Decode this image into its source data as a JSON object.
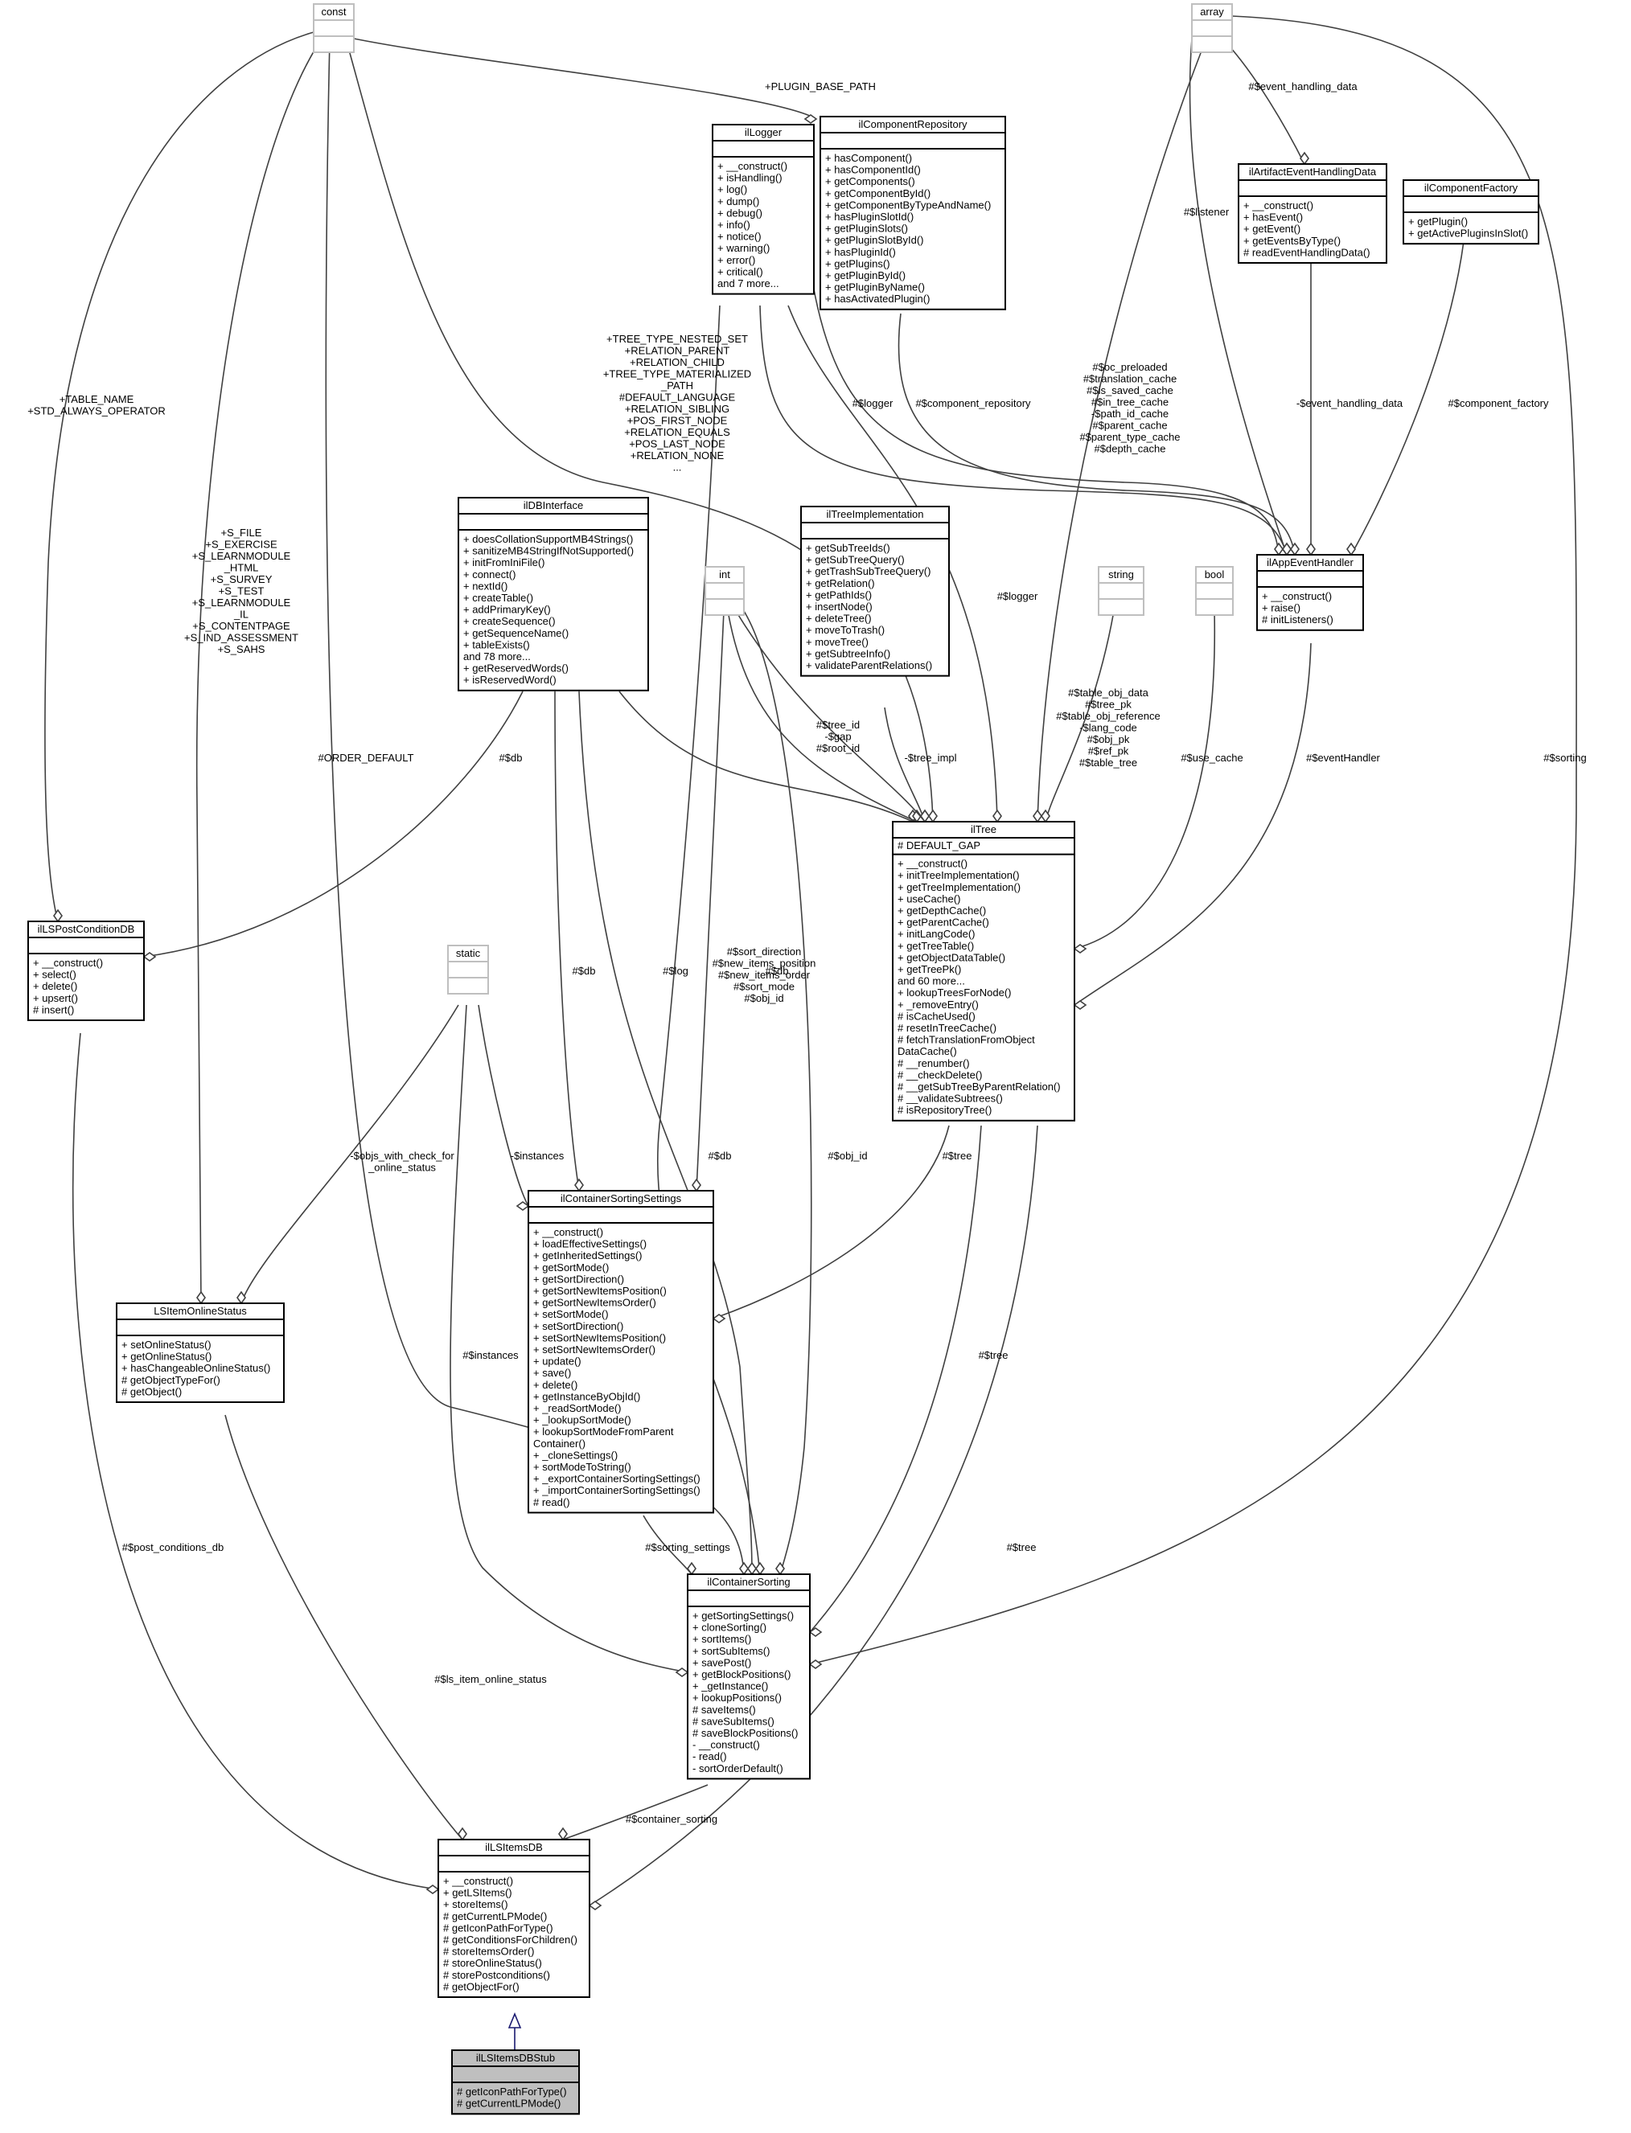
{
  "diagram": {
    "classes": {
      "const": {
        "title": "const",
        "attributes": [],
        "methods": []
      },
      "array": {
        "title": "array",
        "attributes": [],
        "methods": []
      },
      "ilLogger": {
        "title": "ilLogger",
        "attributes": [],
        "methods": [
          "+ __construct()",
          "+ isHandling()",
          "+ log()",
          "+ dump()",
          "+ debug()",
          "+ info()",
          "+ notice()",
          "+ warning()",
          "+ error()",
          "+ critical()",
          "and 7 more..."
        ]
      },
      "ilComponentRepository": {
        "title": "ilComponentRepository",
        "attributes": [],
        "methods": [
          "+ hasComponent()",
          "+ hasComponentId()",
          "+ getComponents()",
          "+ getComponentById()",
          "+ getComponentByTypeAndName()",
          "+ hasPluginSlotId()",
          "+ getPluginSlots()",
          "+ getPluginSlotById()",
          "+ hasPluginId()",
          "+ getPlugins()",
          "+ getPluginById()",
          "+ getPluginByName()",
          "+ hasActivatedPlugin()"
        ]
      },
      "ilArtifactEventHandlingData": {
        "title": "ilArtifactEventHandlingData",
        "attributes": [],
        "methods": [
          "+ __construct()",
          "+ hasEvent()",
          "+ getEvent()",
          "+ getEventsByType()",
          "# readEventHandlingData()"
        ]
      },
      "ilComponentFactory": {
        "title": "ilComponentFactory",
        "attributes": [],
        "methods": [
          "+ getPlugin()",
          "+ getActivePluginsInSlot()"
        ]
      },
      "ilDBInterface": {
        "title": "ilDBInterface",
        "attributes": [],
        "methods": [
          "+ doesCollationSupportMB4Strings()",
          "+ sanitizeMB4StringIfNotSupported()",
          "+ initFromIniFile()",
          "+ connect()",
          "+ nextId()",
          "+ createTable()",
          "+ addPrimaryKey()",
          "+ createSequence()",
          "+ getSequenceName()",
          "+ tableExists()",
          "and 78 more...",
          "+ getReservedWords()",
          "+ isReservedWord()"
        ]
      },
      "ilTreeImplementation": {
        "title": "ilTreeImplementation",
        "attributes": [],
        "methods": [
          "+ getSubTreeIds()",
          "+ getSubTreeQuery()",
          "+ getTrashSubTreeQuery()",
          "+ getRelation()",
          "+ getPathIds()",
          "+ insertNode()",
          "+ deleteTree()",
          "+ moveToTrash()",
          "+ moveTree()",
          "+ getSubtreeInfo()",
          "+ validateParentRelations()"
        ]
      },
      "int": {
        "title": "int",
        "attributes": [],
        "methods": []
      },
      "string": {
        "title": "string",
        "attributes": [],
        "methods": []
      },
      "bool": {
        "title": "bool",
        "attributes": [],
        "methods": []
      },
      "ilAppEventHandler": {
        "title": "ilAppEventHandler",
        "attributes": [],
        "methods": [
          "+ __construct()",
          "+ raise()",
          "# initListeners()"
        ]
      },
      "ilTree": {
        "title": "ilTree",
        "attributes": [
          "# DEFAULT_GAP"
        ],
        "methods": [
          "+ __construct()",
          "+ initTreeImplementation()",
          "+ getTreeImplementation()",
          "+ useCache()",
          "+ getDepthCache()",
          "+ getParentCache()",
          "+ initLangCode()",
          "+ getTreeTable()",
          "+ getObjectDataTable()",
          "+ getTreePk()",
          "and 60 more...",
          "+ lookupTreesForNode()",
          "+ _removeEntry()",
          "# isCacheUsed()",
          "# resetInTreeCache()",
          "# fetchTranslationFromObject",
          "DataCache()",
          "# __renumber()",
          "# __checkDelete()",
          "# __getSubTreeByParentRelation()",
          "# __validateSubtrees()",
          "# isRepositoryTree()"
        ]
      },
      "ilLSPostConditionDB": {
        "title": "ilLSPostConditionDB",
        "attributes": [],
        "methods": [
          "+ __construct()",
          "+ select()",
          "+ delete()",
          "+ upsert()",
          "# insert()"
        ]
      },
      "static": {
        "title": "static",
        "attributes": [],
        "methods": []
      },
      "ilContainerSortingSettings": {
        "title": "ilContainerSortingSettings",
        "attributes": [],
        "methods": [
          "+ __construct()",
          "+ loadEffectiveSettings()",
          "+ getInheritedSettings()",
          "+ getSortMode()",
          "+ getSortDirection()",
          "+ getSortNewItemsPosition()",
          "+ getSortNewItemsOrder()",
          "+ setSortMode()",
          "+ setSortDirection()",
          "+ setSortNewItemsPosition()",
          "+ setSortNewItemsOrder()",
          "+ update()",
          "+ save()",
          "+ delete()",
          "+ getInstanceByObjId()",
          "+ _readSortMode()",
          "+ _lookupSortMode()",
          "+ lookupSortModeFromParent",
          "Container()",
          "+ _cloneSettings()",
          "+ sortModeToString()",
          "+ _exportContainerSortingSettings()",
          "+ _importContainerSortingSettings()",
          "# read()"
        ]
      },
      "LSItemOnlineStatus": {
        "title": "LSItemOnlineStatus",
        "attributes": [],
        "methods": [
          "+ setOnlineStatus()",
          "+ getOnlineStatus()",
          "+ hasChangeableOnlineStatus()",
          "# getObjectTypeFor()",
          "# getObject()"
        ]
      },
      "ilContainerSorting": {
        "title": "ilContainerSorting",
        "attributes": [],
        "methods": [
          "+ getSortingSettings()",
          "+ cloneSorting()",
          "+ sortItems()",
          "+ sortSubItems()",
          "+ savePost()",
          "+ getBlockPositions()",
          "+ _getInstance()",
          "+ lookupPositions()",
          "# saveItems()",
          "# saveSubItems()",
          "# saveBlockPositions()",
          "- __construct()",
          "- read()",
          "- sortOrderDefault()"
        ]
      },
      "ilLSItemsDB": {
        "title": "ilLSItemsDB",
        "attributes": [],
        "methods": [
          "+ __construct()",
          "+ getLSItems()",
          "+ storeItems()",
          "# getCurrentLPMode()",
          "# getIconPathForType()",
          "# getConditionsForChildren()",
          "# storeItemsOrder()",
          "# storeOnlineStatus()",
          "# storePostconditions()",
          "# getObjectFor()"
        ]
      },
      "ilLSItemsDBStub": {
        "title": "ilLSItemsDBStub",
        "attributes": [],
        "methods": [
          "# getIconPathForType()",
          "# getCurrentLPMode()"
        ]
      }
    },
    "edge_labels": {
      "plugin_base_path": [
        "+PLUGIN_BASE_PATH"
      ],
      "event_handling_data_a": [
        "#$event_handling_data"
      ],
      "table_name": [
        "+TABLE_NAME",
        "+STD_ALWAYS_OPERATOR"
      ],
      "listener": [
        "#$listener"
      ],
      "s_file": [
        "+S_FILE",
        "+S_EXERCISE",
        "+S_LEARNMODULE",
        "_HTML",
        "+S_SURVEY",
        "+S_TEST",
        "+S_LEARNMODULE",
        "_IL",
        "+S_CONTENTPAGE",
        "+S_IND_ASSESSMENT",
        "+S_SAHS"
      ],
      "tree_consts": [
        "+TREE_TYPE_NESTED_SET",
        "+RELATION_PARENT",
        "+RELATION_CHILD",
        "+TREE_TYPE_MATERIALIZED",
        "_PATH",
        "#DEFAULT_LANGUAGE",
        "+RELATION_SIBLING",
        "+POS_FIRST_NODE",
        "+RELATION_EQUALS",
        "+POS_LAST_NODE",
        "+RELATION_NONE",
        "..."
      ],
      "logger_a": [
        "#$logger"
      ],
      "component_repository": [
        "#$component_repository"
      ],
      "oc_preloaded": [
        "#$oc_preloaded",
        "#$translation_cache",
        "#$is_saved_cache",
        "#$in_tree_cache",
        "-$path_id_cache",
        "#$parent_cache",
        "#$parent_type_cache",
        "#$depth_cache"
      ],
      "event_handling_data_b": [
        "-$event_handling_data"
      ],
      "component_factory": [
        "#$component_factory"
      ],
      "logger_b": [
        "#$logger"
      ],
      "order_default": [
        "#ORDER_DEFAULT"
      ],
      "db_a": [
        "#$db"
      ],
      "tree_id": [
        "#$tree_id",
        "-$gap",
        "#$root_id"
      ],
      "tree_impl": [
        "-$tree_impl"
      ],
      "table_obj_data": [
        "#$table_obj_data",
        "#$tree_pk",
        "#$table_obj_reference",
        "-$lang_code",
        "#$obj_pk",
        "#$ref_pk",
        "#$table_tree"
      ],
      "use_cache": [
        "#$use_cache"
      ],
      "event_handler": [
        "#$eventHandler"
      ],
      "sorting": [
        "#$sorting"
      ],
      "db_b": [
        "#$db"
      ],
      "sort_direction": [
        "#$sort_direction",
        "#$new_items_position",
        "#$new_items_order",
        "#$sort_mode",
        "#$obj_id"
      ],
      "db_c": [
        "#$db"
      ],
      "log": [
        "#$log"
      ],
      "objs_with_check": [
        "-$objs_with_check_for",
        "_online_status"
      ],
      "instances_a": [
        "-$instances"
      ],
      "db_d": [
        "#$db"
      ],
      "obj_id": [
        "#$obj_id"
      ],
      "tree_a": [
        "#$tree"
      ],
      "instances_b": [
        "#$instances"
      ],
      "tree_b": [
        "#$tree"
      ],
      "tree_c": [
        "#$tree"
      ],
      "post_conditions_db": [
        "#$post_conditions_db"
      ],
      "sorting_settings": [
        "#$sorting_settings"
      ],
      "ls_item_online_status": [
        "#$ls_item_online_status"
      ],
      "container_sorting": [
        "#$container_sorting"
      ]
    }
  }
}
